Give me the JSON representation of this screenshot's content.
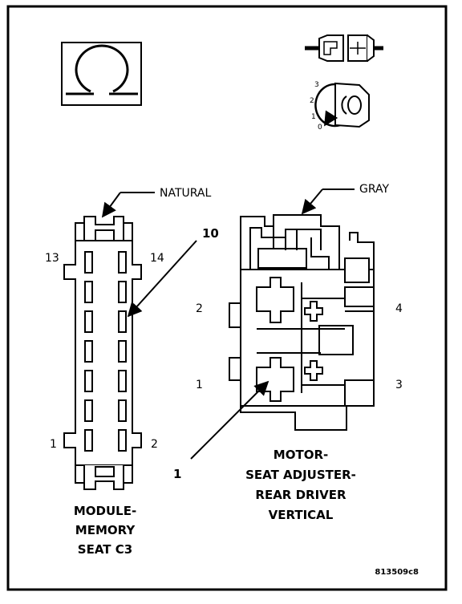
{
  "figure_id": "813509c8",
  "legend": {
    "lock_positions": [
      "3",
      "2",
      "1",
      "0"
    ]
  },
  "connectors": {
    "module": {
      "color_label": "NATURAL",
      "callout": "10",
      "pins": {
        "top_left": "13",
        "top_right": "14",
        "bottom_left": "1",
        "bottom_right": "2"
      },
      "title_lines": [
        "MODULE-",
        "MEMORY",
        "SEAT C3"
      ]
    },
    "motor": {
      "color_label": "GRAY",
      "callout": "1",
      "pins": {
        "upper_left": "2",
        "lower_left": "1",
        "upper_right": "4",
        "lower_right": "3"
      },
      "title_lines": [
        "MOTOR-",
        "SEAT ADJUSTER-",
        "REAR DRIVER",
        "VERTICAL"
      ]
    }
  }
}
